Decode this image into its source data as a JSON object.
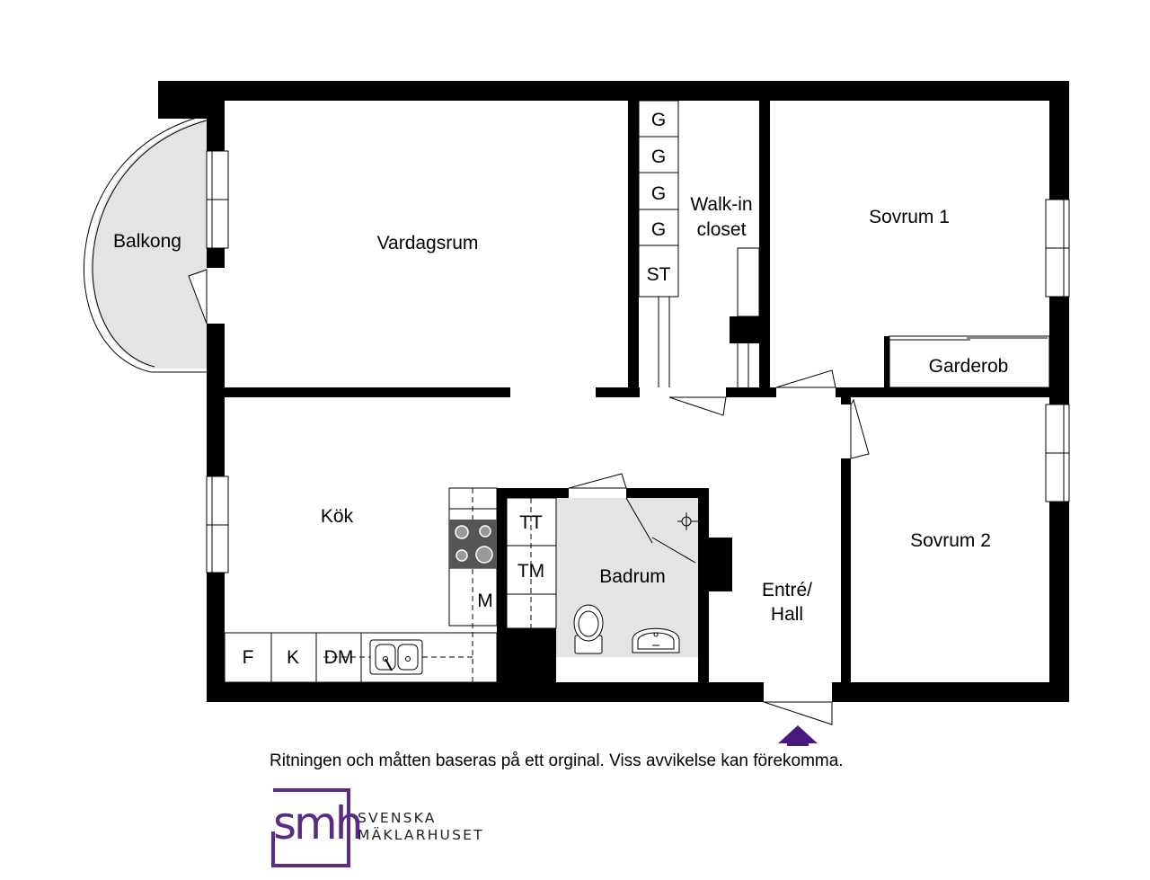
{
  "rooms": {
    "balkong": "Balkong",
    "vardagsrum": "Vardagsrum",
    "walkin_1": "Walk-in",
    "walkin_2": "closet",
    "sovrum1": "Sovrum 1",
    "garderob": "Garderob",
    "kok": "Kök",
    "badrum": "Badrum",
    "entre_1": "Entré/",
    "entre_2": "Hall",
    "sovrum2": "Sovrum 2"
  },
  "fixtures": {
    "g1": "G",
    "g2": "G",
    "g3": "G",
    "g4": "G",
    "st": "ST",
    "tt": "TT",
    "tm": "TM",
    "m": "M",
    "f": "F",
    "k": "K",
    "dm": "DM"
  },
  "note": "Ritningen och måtten baseras på ett orginal. Viss avvikelse kan förekomma.",
  "logo": {
    "mark": "smh",
    "line1": "SVENSKA",
    "line2": "MÄKLARHUSET"
  },
  "colors": {
    "wall": "#000000",
    "accent": "#4a1a7a",
    "balcony_fill": "#e4e4e4",
    "bath_fill": "#e4e4e4"
  }
}
